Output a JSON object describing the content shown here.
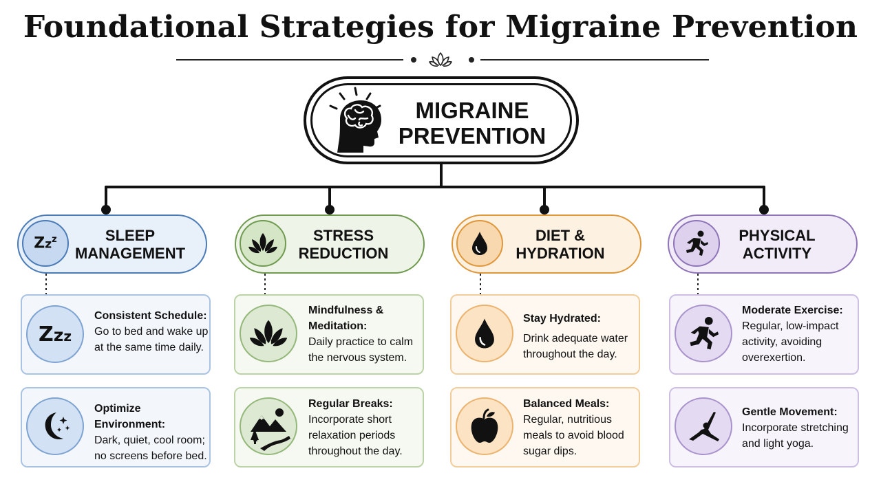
{
  "title": "Foundational Strategies for Migraine Prevention",
  "hub": {
    "line1": "MIGRAINE",
    "line2": "PREVENTION",
    "icon": "brain-head-icon"
  },
  "colors": {
    "sleep": "#4a7bb7",
    "stress": "#6f9a4f",
    "diet": "#e0973a",
    "activity": "#8f74b8"
  },
  "categories": [
    {
      "label": "SLEEP MANAGEMENT",
      "icon": "zzz-icon",
      "cards": [
        {
          "title": "Consistent Schedule:",
          "desc": "Go to bed and wake up at the same time daily.",
          "icon": "zzz-icon"
        },
        {
          "title": "Optimize Environment:",
          "desc": "Dark, quiet, cool room; no screens before bed.",
          "icon": "moon-stars-icon"
        }
      ]
    },
    {
      "label": "STRESS REDUCTION",
      "icon": "lotus-icon",
      "cards": [
        {
          "title": "Mindfulness & Meditation:",
          "desc": "Daily practice to calm the nervous system.",
          "icon": "lotus-icon"
        },
        {
          "title": "Regular Breaks:",
          "desc": "Incorporate short relaxation periods throughout the day.",
          "icon": "landscape-icon"
        }
      ]
    },
    {
      "label": "DIET & HYDRATION",
      "icon": "water-drop-icon",
      "cards": [
        {
          "title": "Stay Hydrated:",
          "desc": "Drink adequate water throughout the day.",
          "icon": "water-drop-icon"
        },
        {
          "title": "Balanced Meals:",
          "desc": "Regular, nutritious meals to avoid blood sugar dips.",
          "icon": "apple-icon"
        }
      ]
    },
    {
      "label": "PHYSICAL ACTIVITY",
      "icon": "running-person-icon",
      "cards": [
        {
          "title": "Moderate Exercise:",
          "desc": "Regular, low-impact activity, avoiding overexertion.",
          "icon": "running-person-icon"
        },
        {
          "title": "Gentle Movement:",
          "desc": "Incorporate stretching and light yoga.",
          "icon": "yoga-pose-icon"
        }
      ]
    }
  ]
}
